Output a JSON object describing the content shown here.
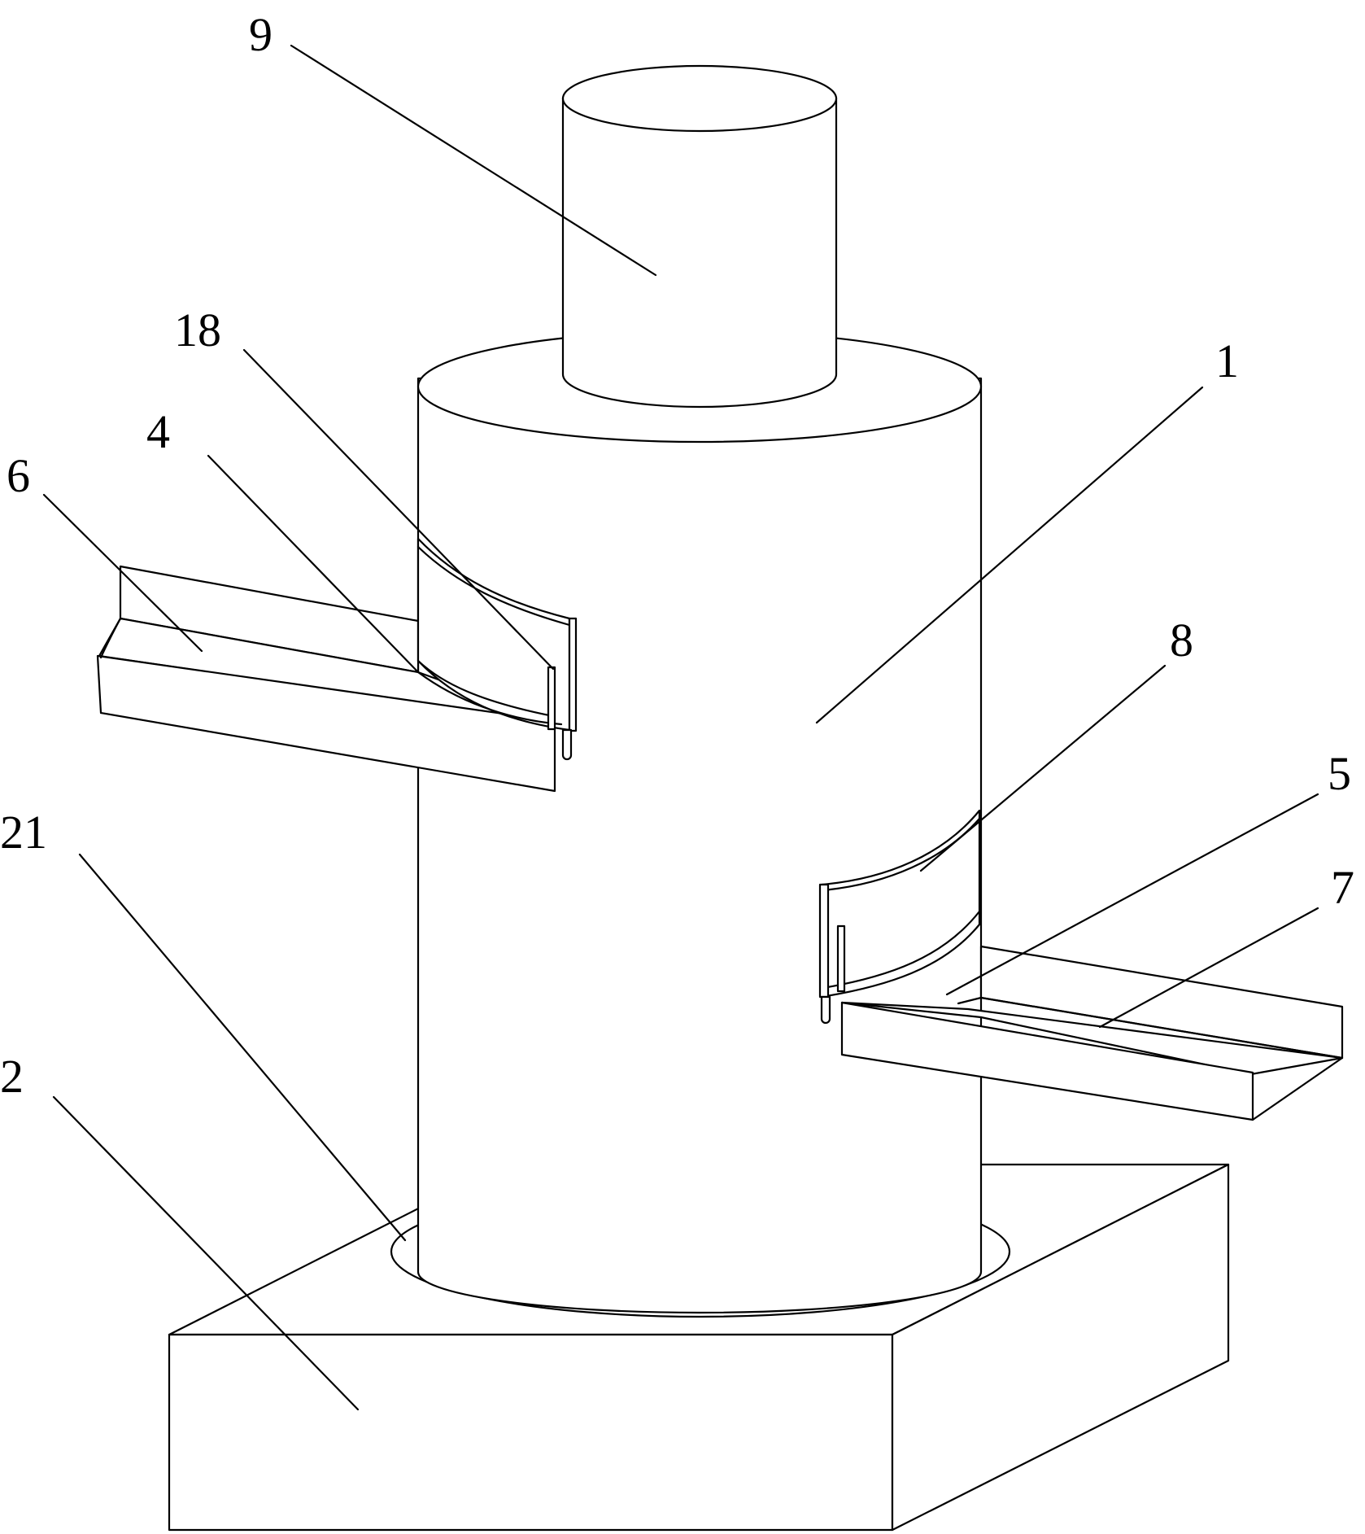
{
  "labels": {
    "l9": "9",
    "l18": "18",
    "l1": "1",
    "l4": "4",
    "l6": "6",
    "l8": "8",
    "l5": "5",
    "l7": "7",
    "l21": "21",
    "l2": "2"
  },
  "colors": {
    "line": "#000000",
    "background": "#ffffff"
  }
}
